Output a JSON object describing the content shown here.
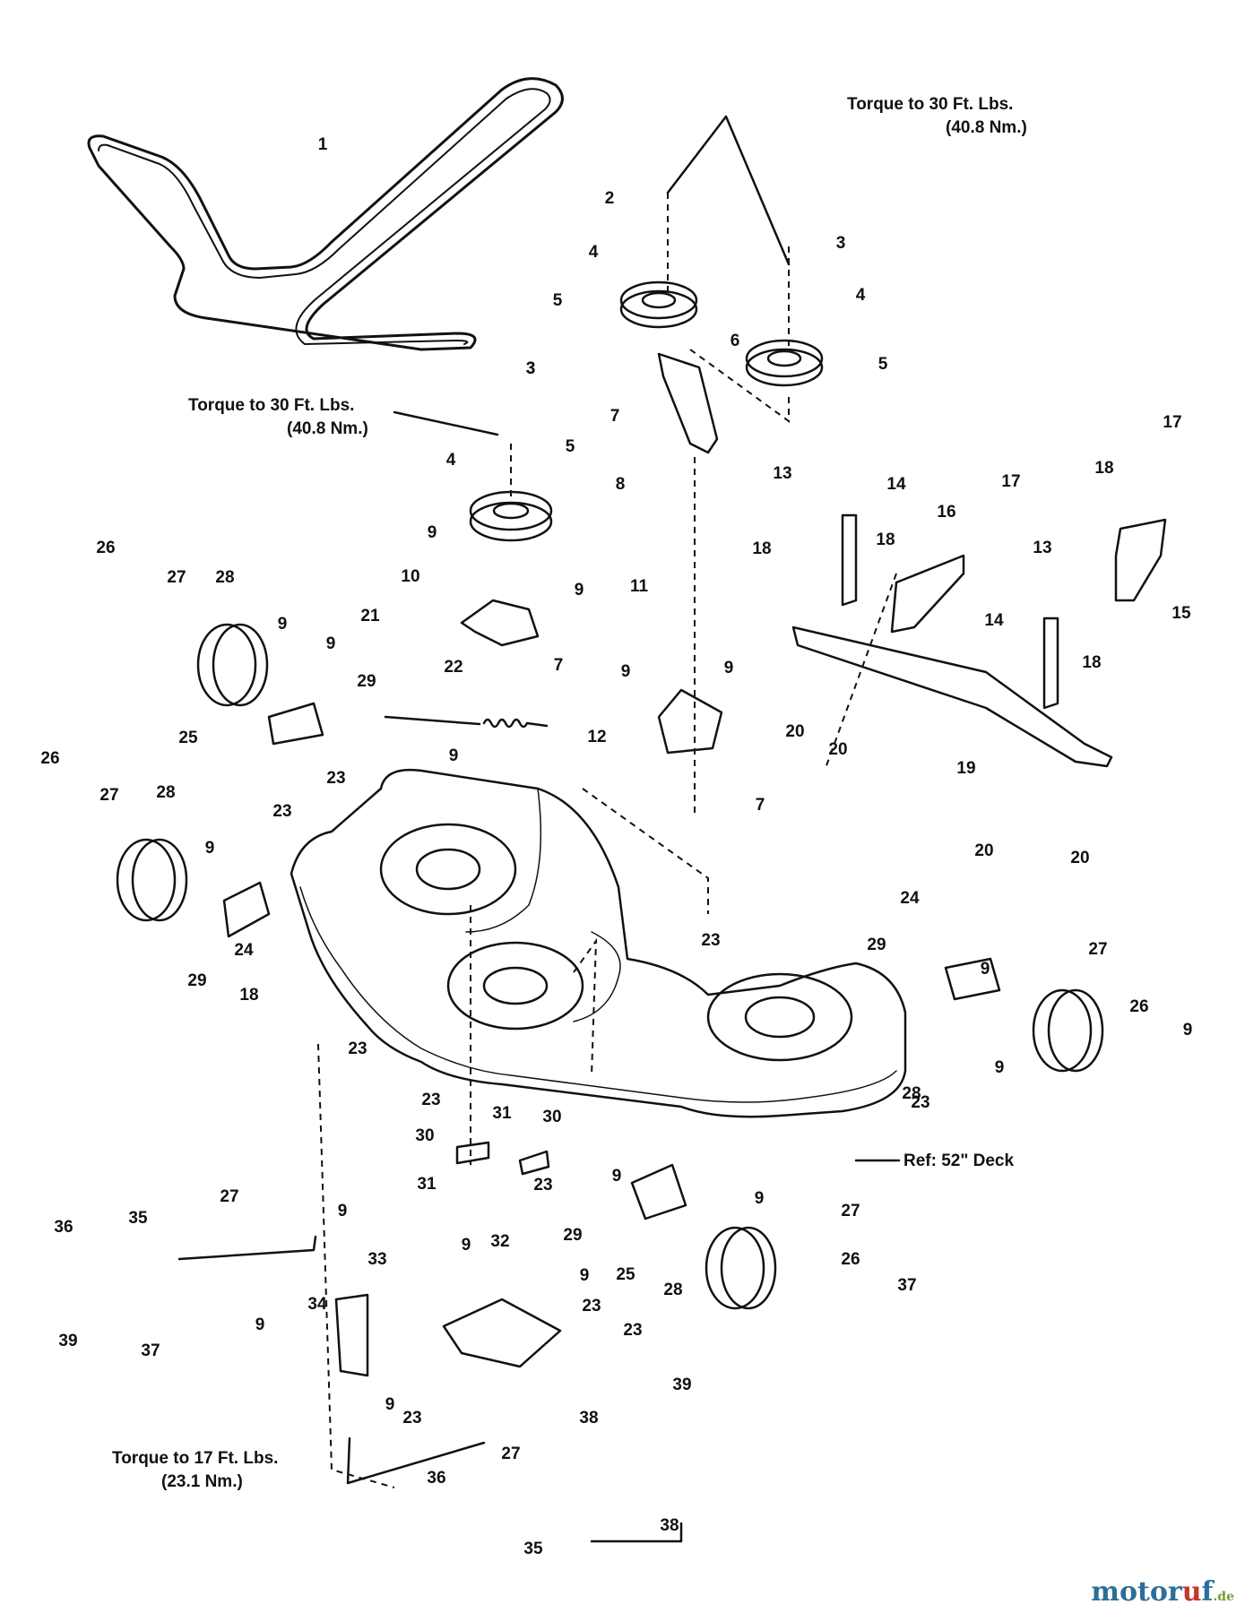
{
  "notes": {
    "torque_top": {
      "line1": "Torque to 30 Ft. Lbs.",
      "line2": "(40.8 Nm.)"
    },
    "torque_mid": {
      "line1": "Torque to 30 Ft. Lbs.",
      "line2": "(40.8 Nm.)"
    },
    "torque_bottom": {
      "line1": "Torque to 17 Ft. Lbs.",
      "line2": "(23.1 Nm.)"
    },
    "deck_ref": "Ref: 52\" Deck"
  },
  "callouts": [
    "1",
    "2",
    "3",
    "4",
    "5",
    "4",
    "3",
    "5",
    "6",
    "5",
    "3",
    "4",
    "7",
    "8",
    "9",
    "9",
    "10",
    "7",
    "11",
    "9",
    "9",
    "12",
    "7",
    "13",
    "14",
    "18",
    "16",
    "17",
    "17",
    "18",
    "15",
    "13",
    "14",
    "18",
    "18",
    "20",
    "20",
    "19",
    "20",
    "20",
    "26",
    "27",
    "28",
    "9",
    "9",
    "21",
    "22",
    "29",
    "25",
    "9",
    "23",
    "23",
    "26",
    "27",
    "28",
    "9",
    "24",
    "29",
    "18",
    "23",
    "29",
    "24",
    "9",
    "28",
    "27",
    "26",
    "9",
    "23",
    "9",
    "23",
    "23",
    "30",
    "30",
    "31",
    "31",
    "23",
    "29",
    "9",
    "9",
    "25",
    "28",
    "27",
    "26",
    "37",
    "36",
    "35",
    "27",
    "9",
    "32",
    "9",
    "33",
    "9",
    "9",
    "23",
    "34",
    "23",
    "9",
    "23",
    "27",
    "38",
    "39",
    "39",
    "37",
    "36",
    "35",
    "38"
  ],
  "watermark": {
    "brand": "motor",
    "accent": "u",
    "brand2": "f",
    "suffix": ".de"
  }
}
